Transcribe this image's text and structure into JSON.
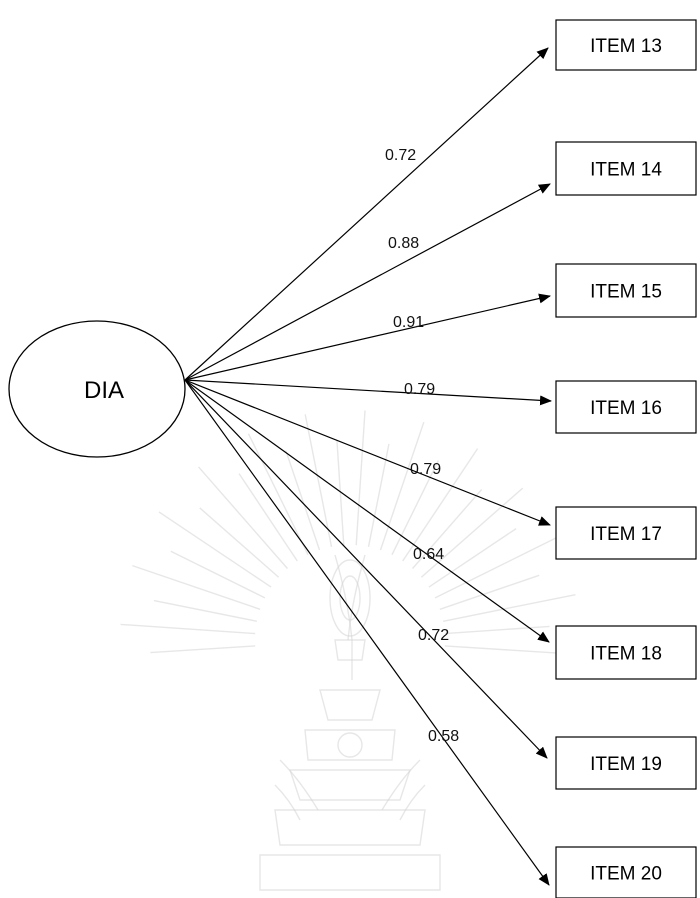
{
  "factor": {
    "label": "DIA"
  },
  "items": [
    {
      "label": "ITEM 13",
      "loading": "0.72"
    },
    {
      "label": "ITEM 14",
      "loading": "0.88"
    },
    {
      "label": "ITEM 15",
      "loading": "0.91"
    },
    {
      "label": "ITEM 16",
      "loading": "0.79"
    },
    {
      "label": "ITEM 17",
      "loading": "0.79"
    },
    {
      "label": "ITEM 18",
      "loading": "0.64"
    },
    {
      "label": "ITEM 19",
      "loading": "0.72"
    },
    {
      "label": "ITEM 20",
      "loading": "0.58"
    }
  ],
  "colors": {
    "line": "#000000",
    "watermark": "#d3d3d3"
  }
}
